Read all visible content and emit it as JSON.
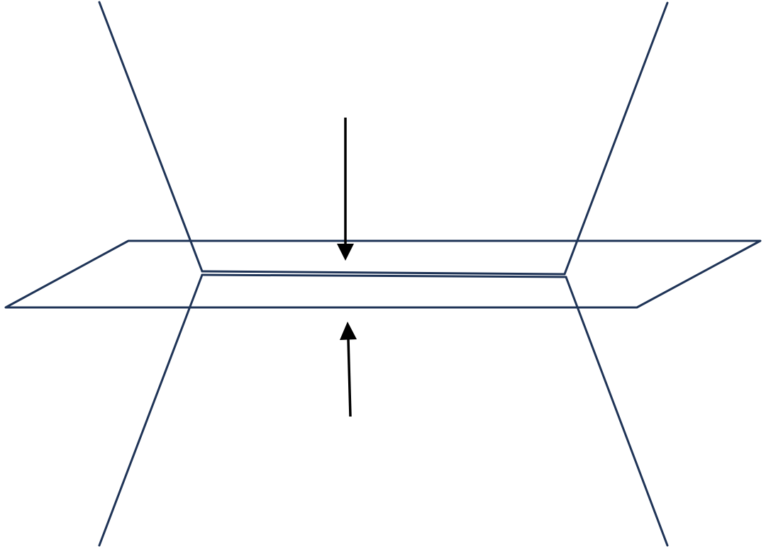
{
  "diagram": {
    "colors": {
      "background": "#ffffff",
      "outline": "#1f3457",
      "arrow": "#000000"
    },
    "elements": {
      "plane": "parallelogram-plane",
      "upper_surfaces": "upper-slanted-lines",
      "lower_surfaces": "lower-slanted-lines",
      "contact_edge": "central-contact-line",
      "arrows": [
        "down-arrow",
        "up-arrow"
      ]
    }
  }
}
